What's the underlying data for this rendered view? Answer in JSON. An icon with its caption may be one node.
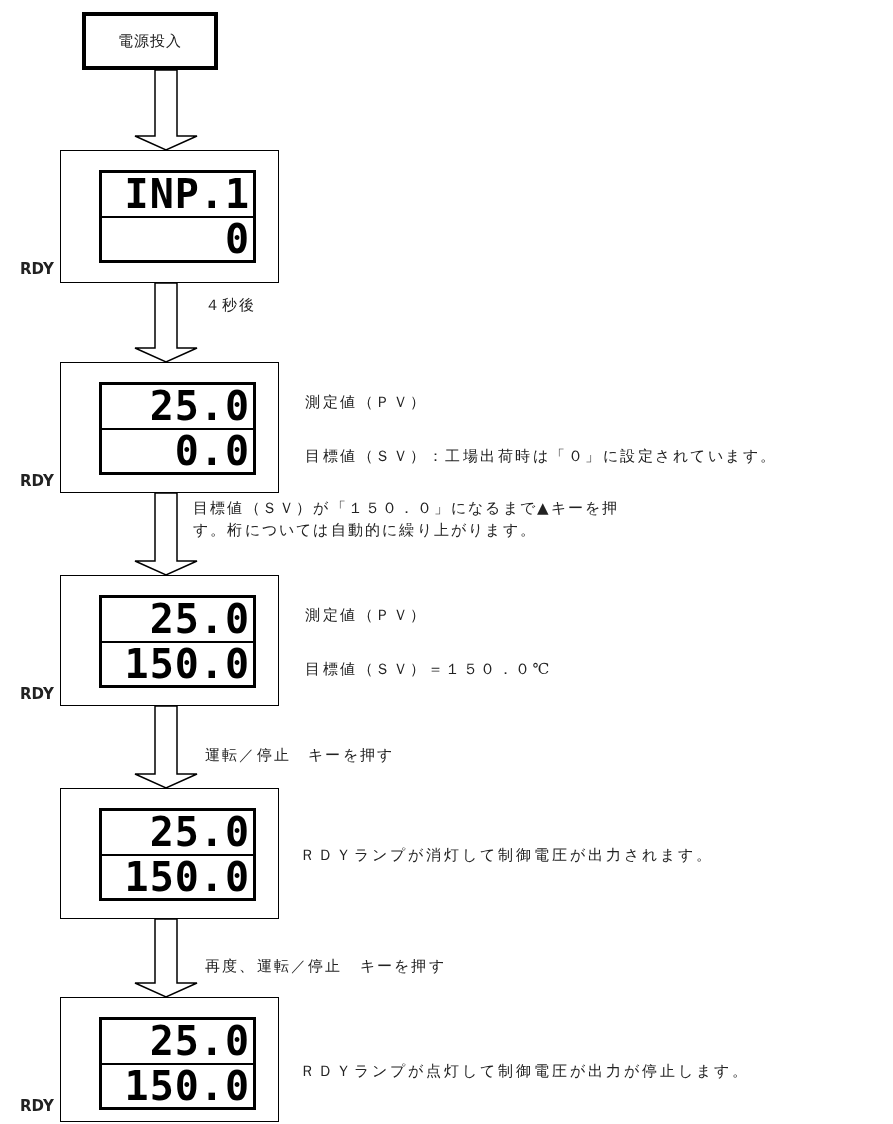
{
  "diagram": {
    "nodes": [
      {
        "text": [
          "電源投入"
        ]
      },
      {
        "text": [
          "INP.1",
          "0"
        ],
        "beside": [
          "RDY"
        ]
      },
      {
        "text": [
          "25.0",
          "0.0"
        ],
        "beside": [
          "RDY",
          "測定値（ＰＶ）",
          "目標値（ＳＶ）：工場出荷時は「０」に設定されています。"
        ]
      },
      {
        "text": [
          "25.0",
          "150.0"
        ],
        "beside": [
          "RDY",
          "測定値（ＰＶ）",
          "目標値（ＳＶ）＝１５０．０℃"
        ]
      },
      {
        "text": [
          "25.0",
          "150.0"
        ],
        "beside": [
          "ＲＤＹランプが消灯して制御電圧が出力されます。"
        ]
      },
      {
        "text": [
          "25.0",
          "150.0"
        ],
        "beside": [
          "RDY",
          "ＲＤＹランプが点灯して制御電圧が出力が停止します。"
        ]
      }
    ],
    "edges": [
      {
        "from": 0,
        "to": 1,
        "arrow": "to"
      },
      {
        "from": 1,
        "to": 2,
        "arrow": "to",
        "label": "４秒後"
      },
      {
        "from": 2,
        "to": 3,
        "arrow": "to",
        "label": "目標値（ＳＶ）が「１５０．０」になるまで▲キーを押す。桁については自動的に繰り上がります。"
      },
      {
        "from": 3,
        "to": 4,
        "arrow": "to",
        "label": "運転／停止　キーを押す"
      },
      {
        "from": 4,
        "to": 5,
        "arrow": "to",
        "label": "再度、運転／停止　キーを押す"
      }
    ]
  }
}
